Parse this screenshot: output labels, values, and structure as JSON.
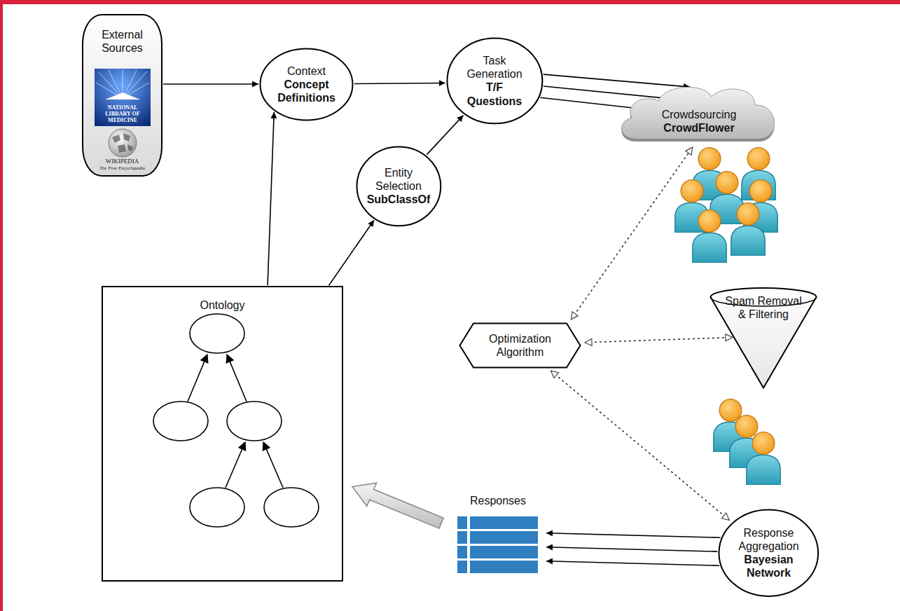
{
  "diagram": {
    "nodes": [
      {
        "text": [
          "External Sources"
        ]
      },
      {
        "text": [
          "Context",
          "Concept Definitions"
        ]
      },
      {
        "text": [
          "Task Generation",
          "T/F Questions"
        ]
      },
      {
        "text": [
          "Crowdsourcing",
          "CrowdFlower"
        ]
      },
      {
        "text": [
          "Entity Selection",
          "SubClassOf"
        ]
      },
      {
        "text": [
          "Ontology"
        ]
      },
      {
        "text": [
          "Optimization Algorithm"
        ]
      },
      {
        "text": [
          "Spam Removal & Filtering"
        ]
      },
      {
        "text": [
          "Response Aggregation",
          "Bayesian Network"
        ]
      },
      {
        "text": [
          "Responses"
        ]
      }
    ],
    "edges": [
      {
        "from": 0,
        "to": 1,
        "arrow": "to"
      },
      {
        "from": 5,
        "to": 1,
        "arrow": "to"
      },
      {
        "from": 5,
        "to": 4,
        "arrow": "to"
      },
      {
        "from": 1,
        "to": 2,
        "arrow": "to"
      },
      {
        "from": 4,
        "to": 2,
        "arrow": "to"
      },
      {
        "from": 2,
        "to": 3,
        "arrow": "to"
      },
      {
        "from": 2,
        "to": 3,
        "arrow": "to"
      },
      {
        "from": 2,
        "to": 3,
        "arrow": "to"
      },
      {
        "from": 6,
        "to": 3,
        "arrow": "both"
      },
      {
        "from": 6,
        "to": 7,
        "arrow": "both"
      },
      {
        "from": 6,
        "to": 8,
        "arrow": "both"
      },
      {
        "from": 8,
        "to": 9,
        "arrow": "to"
      },
      {
        "from": 8,
        "to": 9,
        "arrow": "to"
      },
      {
        "from": 8,
        "to": 9,
        "arrow": "to"
      },
      {
        "from": 9,
        "to": 5,
        "arrow": "to"
      }
    ],
    "labels": [
      "NATIONAL LIBRARY OF MEDICINE",
      "WIKIPEDIA",
      "The Free Encyclopedia"
    ]
  }
}
